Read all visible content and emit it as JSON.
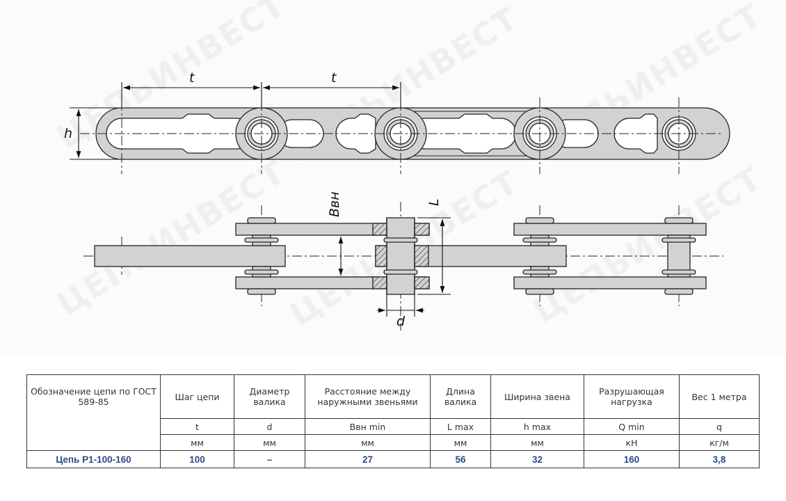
{
  "drawing": {
    "watermark_text": "ЦЕПЬИНВЕСТ",
    "labels": {
      "pitch_left": "t",
      "pitch_right": "t",
      "height": "h",
      "inner_width": "Bвн",
      "pin_length": "L",
      "pin_diameter": "d"
    }
  },
  "table": {
    "headers": [
      "Обозначение цепи по ГОСТ 589-85",
      "Шаг цепи",
      "Диаметр валика",
      "Расстояние между наружными звеньями",
      "Длина валика",
      "Ширина звена",
      "Разрушающая нагрузка",
      "Вес 1 метра"
    ],
    "symbols": [
      "t",
      "d",
      "Bвн min",
      "L max",
      "h max",
      "Q min",
      "q"
    ],
    "units": [
      "мм",
      "мм",
      "мм",
      "мм",
      "мм",
      "кН",
      "кг/м"
    ],
    "rows": [
      {
        "designation": "Цепь Р1-100-160",
        "values": [
          "100",
          "–",
          "27",
          "56",
          "32",
          "160",
          "3,8"
        ]
      }
    ]
  },
  "colors": {
    "plate_fill": "#d2d2d2",
    "outline": "#222222",
    "value_blue": "#2b4a8c"
  }
}
